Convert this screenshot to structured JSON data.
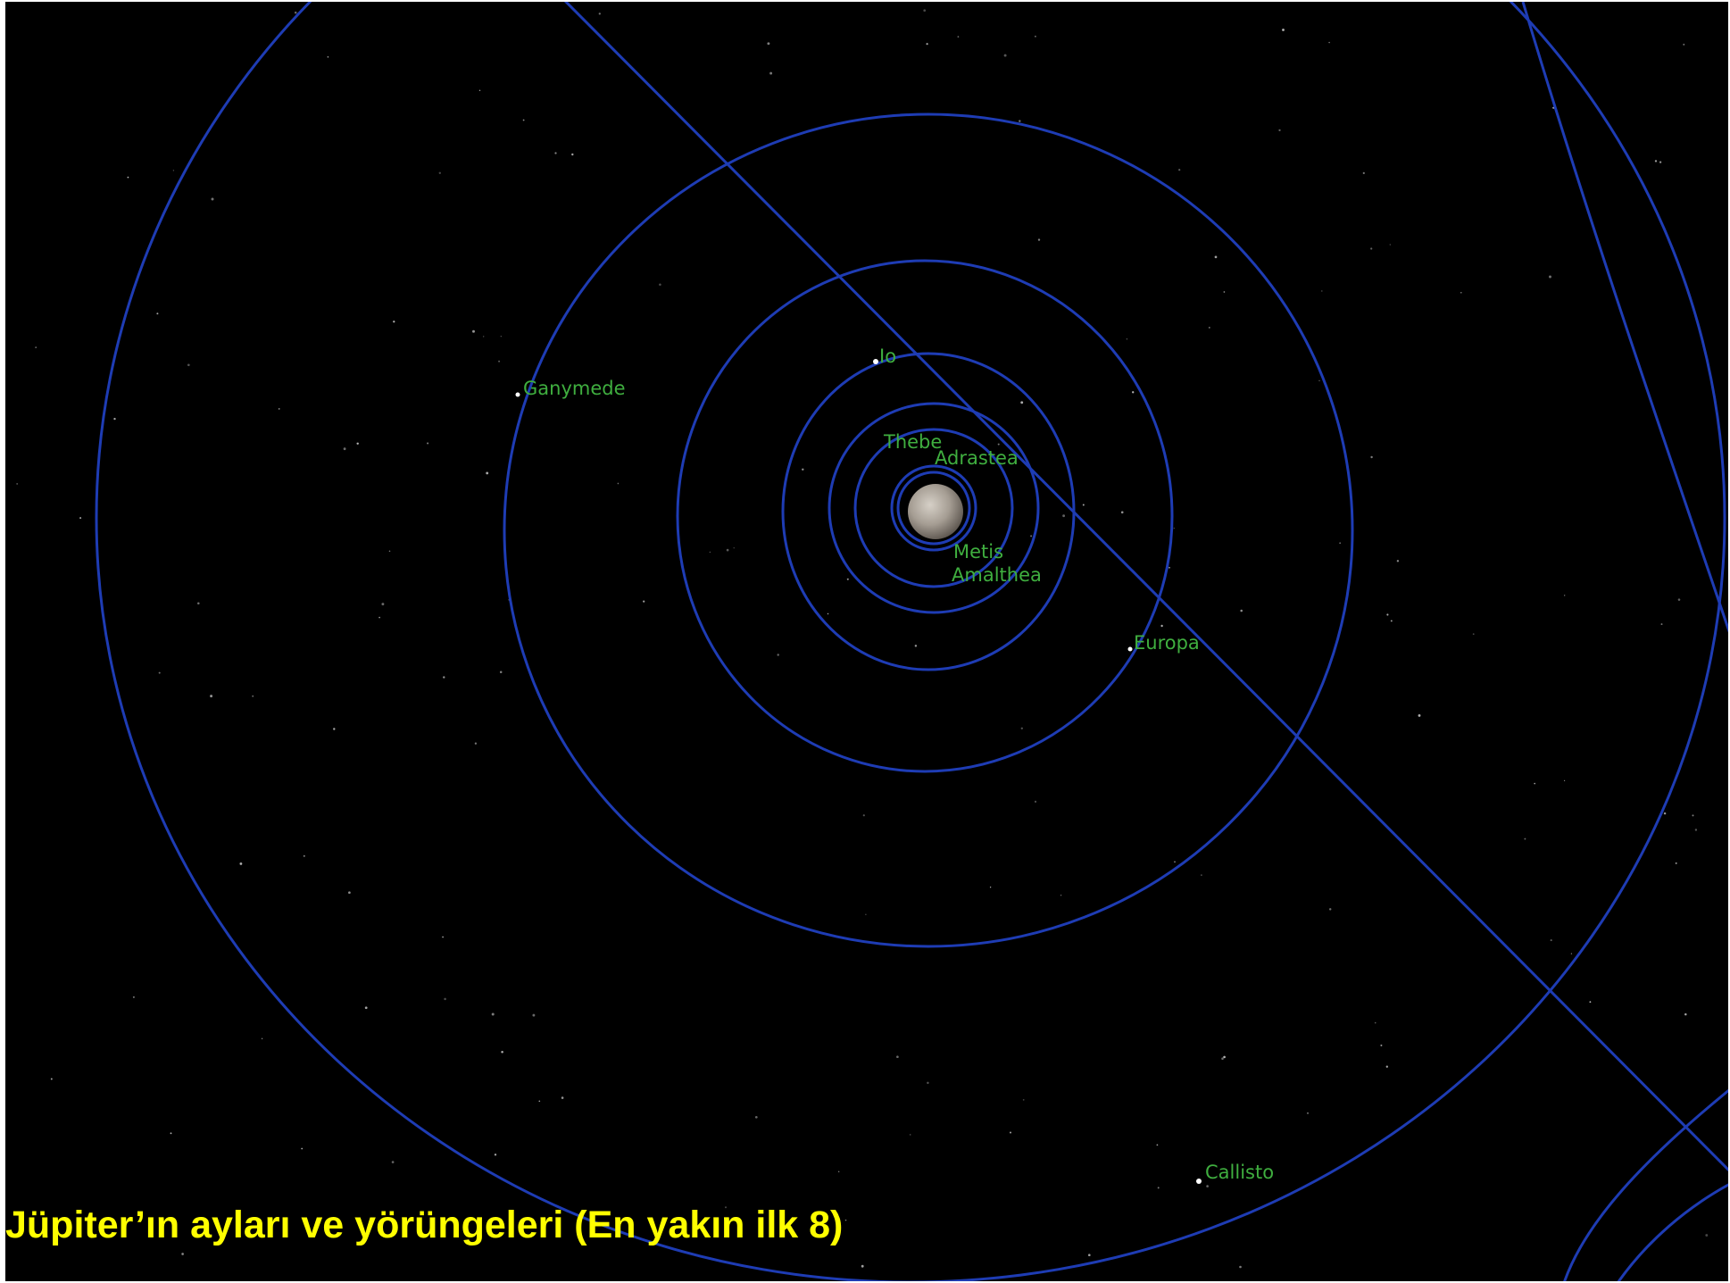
{
  "caption": "Jüpiter’ın ayları ve yörüngeleri (En yakın ilk 8)",
  "planet": {
    "name": "Jupiter",
    "icon": "jupiter-planet-icon"
  },
  "moons": [
    {
      "id": "io",
      "label": "Io"
    },
    {
      "id": "ganymede",
      "label": "Ganymede"
    },
    {
      "id": "thebe",
      "label": "Thebe"
    },
    {
      "id": "adrastea",
      "label": "Adrastea"
    },
    {
      "id": "metis",
      "label": "Metis"
    },
    {
      "id": "amalthea",
      "label": "Amalthea"
    },
    {
      "id": "europa",
      "label": "Europa"
    },
    {
      "id": "callisto",
      "label": "Callisto"
    }
  ],
  "colors": {
    "sky": "#000000",
    "orbit": "#1e3cb4",
    "label": "#3fae3f",
    "caption": "#ffff00",
    "border": "#ffffff"
  }
}
